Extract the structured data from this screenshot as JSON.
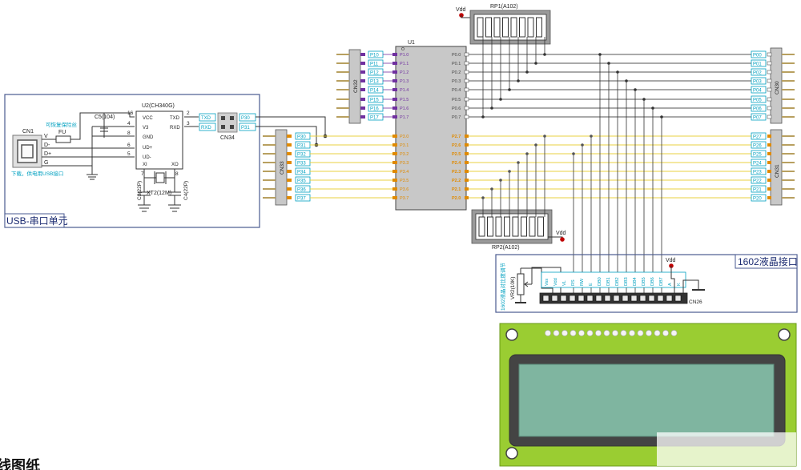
{
  "usb_unit": {
    "title": "USB-串口单元",
    "cn1": "CN1",
    "cn1_pins": [
      "V",
      "D-",
      "D+",
      "G"
    ],
    "cn1_note": "下载，供电用USB接口",
    "fuse_label": "FU",
    "fuse_note": "可恢复保险丝",
    "c5": "C5(104)",
    "u2": "U2(CH340G)",
    "u2_left_pins": [
      "VCC",
      "V3",
      "GND",
      "UD+",
      "UD-",
      "XI"
    ],
    "u2_left_nums": [
      "16",
      "4",
      "8",
      "6",
      "5",
      "7"
    ],
    "u2_right_pins": [
      "TXD",
      "RXD",
      "XO"
    ],
    "u2_right_nums": [
      "2",
      "3",
      "8"
    ],
    "txd_rxd_tags": [
      "TXD",
      "RXD"
    ],
    "cn34": "CN34",
    "cn34_nets": [
      "P30",
      "P31"
    ],
    "xt2": "XT2(12M)",
    "c3": "C3(22P)",
    "c4": "C4(22P)"
  },
  "mcu": {
    "u1": "U1",
    "p1_left": [
      "P1.0",
      "P1.1",
      "P1.2",
      "P1.3",
      "P1.4",
      "P1.5",
      "P1.6",
      "P1.7"
    ],
    "p3_left": [
      "P3.0",
      "P3.1",
      "P3.2",
      "P3.3",
      "P3.4",
      "P3.5",
      "P3.6",
      "P3.7"
    ],
    "p0_right": [
      "P0.0",
      "P0.1",
      "P0.2",
      "P0.3",
      "P0.4",
      "P0.5",
      "P0.6",
      "P0.7"
    ],
    "p2_right": [
      "P2.7",
      "P2.6",
      "P2.5",
      "P2.4",
      "P2.3",
      "P2.2",
      "P2.1",
      "P2.0"
    ]
  },
  "connectors": {
    "cn32": "CN32",
    "cn32_nets": [
      "P10",
      "P11",
      "P12",
      "P13",
      "P14",
      "P15",
      "P16",
      "P17"
    ],
    "cn33": "CN33",
    "cn33_nets": [
      "P30",
      "P31",
      "P32",
      "P33",
      "P34",
      "P35",
      "P36",
      "P37"
    ],
    "cn30": "CN30",
    "cn30_nets": [
      "P00",
      "P01",
      "P02",
      "P03",
      "P04",
      "P05",
      "P06",
      "P07"
    ],
    "cn31": "CN31",
    "cn31_nets": [
      "P27",
      "P26",
      "P25",
      "P24",
      "P23",
      "P22",
      "P21",
      "P20"
    ]
  },
  "resistor_packs": {
    "rp1": "RP1(A102)",
    "rp2": "RP2(A102)",
    "vdd": "Vdd"
  },
  "lcd_unit": {
    "title": "1602液晶接口",
    "vr2": "VR2(10K)",
    "contrast_note": "1602液晶对比度调节",
    "vdd": "Vdd",
    "cn26": "CN26",
    "pin_labels": [
      "Vss",
      "Vdd",
      "VL",
      "RS",
      "RW",
      "E",
      "DB0",
      "DB1",
      "DB2",
      "DB3",
      "DB4",
      "DB5",
      "DB6",
      "DB7",
      "A",
      "K"
    ]
  },
  "footer": {
    "heading_fragment": "线图纸"
  },
  "colors": {
    "line": "#333333",
    "cyan": "#00a0c0",
    "yellow_wire": "#e8d040",
    "purple_pin": "#7030a0",
    "orange_pin": "#e08a00",
    "chip": "#c8c8c8",
    "box_border": "#4a5a90",
    "lcd_pcb": "#9acd32",
    "lcd_screen": "#7fb5a0"
  }
}
